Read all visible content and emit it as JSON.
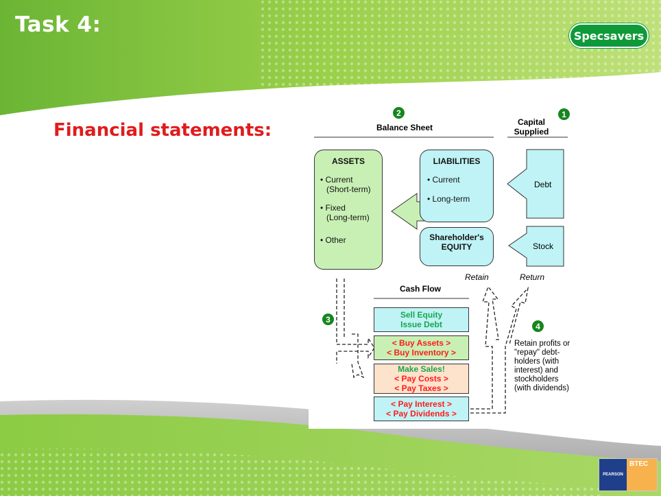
{
  "slide": {
    "title": "Task 4:",
    "subtitle": "Financial statements:",
    "logo_text": "Specsavers",
    "badge_left": "PEARSON",
    "badge_right": "BTEC"
  },
  "diagram": {
    "balance_sheet": {
      "number": "2",
      "heading": "Balance Sheet",
      "assets": {
        "title": "ASSETS",
        "items": [
          "Current",
          "(Short-term)",
          "Fixed",
          "(Long-term)",
          "Other"
        ]
      },
      "liabilities": {
        "title": "LIABILITIES",
        "items": [
          "Current",
          "Long-term"
        ]
      },
      "equity": {
        "line1": "Shareholder's",
        "line2": "EQUITY"
      }
    },
    "capital": {
      "number": "1",
      "heading_line1": "Capital",
      "heading_line2": "Supplied",
      "debt": "Debt",
      "stock": "Stock"
    },
    "flow_labels": {
      "retain": "Retain",
      "return": "Return"
    },
    "cash_flow": {
      "number": "3",
      "heading": "Cash Flow",
      "box1": [
        "Sell Equity",
        "Issue Debt"
      ],
      "box2": [
        "< Buy Assets >",
        "< Buy Inventory >"
      ],
      "box3": [
        "Make Sales!",
        "< Pay Costs >",
        "< Pay Taxes >"
      ],
      "box4": [
        "< Pay Interest >",
        "< Pay Dividends >"
      ]
    },
    "note": {
      "number": "4",
      "lines": [
        "Retain profits or",
        "\"repay\" debt-",
        "holders (with",
        "interest) and",
        "stockholders",
        "(with dividends)"
      ]
    }
  },
  "colors": {
    "green_bg": "#8cc63e",
    "title_red": "#e01c1c",
    "assets_fill": "#c8f0b4",
    "cyan_fill": "#bff3f6",
    "cash_green_text": "#1aa64a",
    "cash_red_text": "#ff1a1a",
    "sales_fill": "#fde2cc"
  }
}
